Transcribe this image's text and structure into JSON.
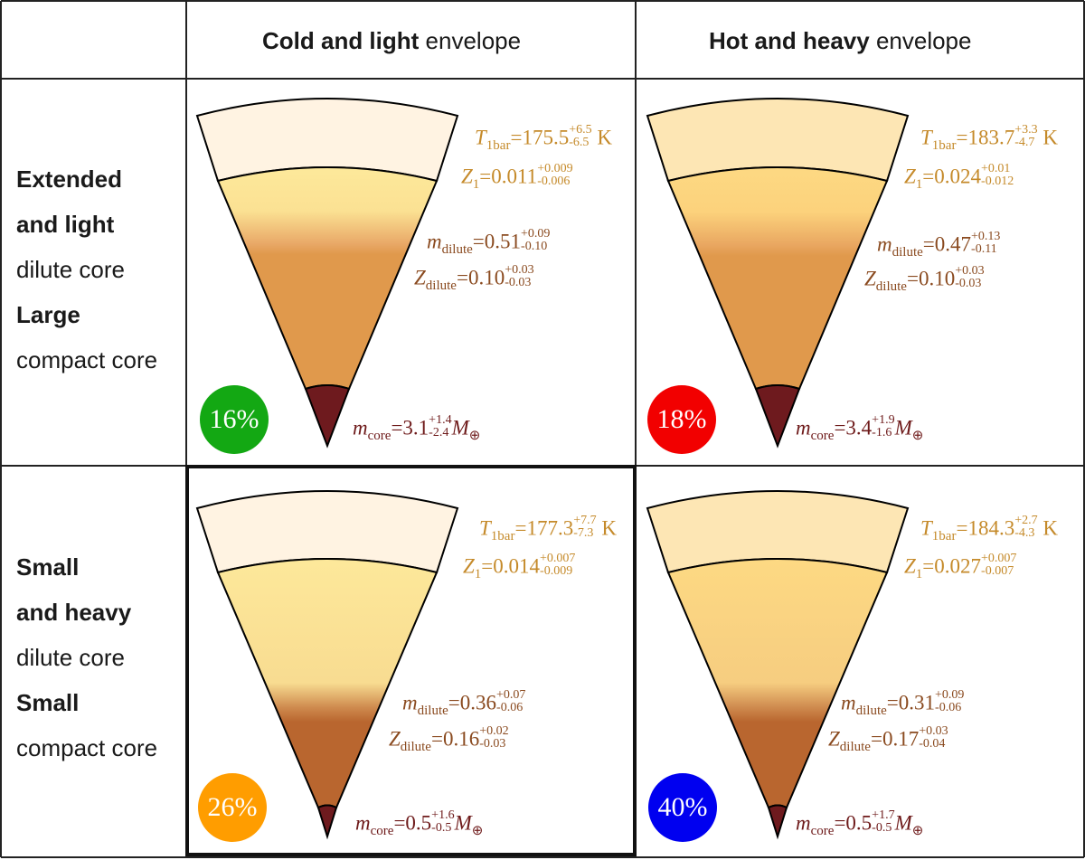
{
  "header": {
    "col1_bold": "Cold and light",
    "col1_rest": " envelope",
    "col2_bold": "Hot and heavy",
    "col2_rest": " envelope"
  },
  "rows": [
    {
      "line1": "Extended",
      "line2": "and light",
      "line3": "dilute core",
      "line4": "Large",
      "line5": "compact core"
    },
    {
      "line1": "Small",
      "line2": "and heavy",
      "line3": "dilute core",
      "line4": "Small",
      "line5": "compact core"
    }
  ],
  "colors": {
    "green": "#13a813",
    "red": "#f20000",
    "orange": "#ff9d00",
    "blue": "#0000f0",
    "envelope_text": "#c58a2a",
    "dilute_text": "#8a4a1f",
    "core_text": "#6e1a1a",
    "core_fill": "#6e1a1e"
  },
  "panels": [
    {
      "id": "cold-light-extended",
      "percent": "16%",
      "badge_color": "#13a813",
      "T_value": "175.5",
      "T_up": "+6.5",
      "T_dn": "-6.5",
      "Z1_value": "0.011",
      "Z1_up": "+0.009",
      "Z1_dn": "-0.006",
      "mdil_value": "0.51",
      "mdil_up": "+0.09",
      "mdil_dn": "-0.10",
      "Zdil_value": "0.10",
      "Zdil_up": "+0.03",
      "Zdil_dn": "-0.03",
      "mcore_value": "3.1",
      "mcore_up": "+1.4",
      "mcore_dn": "-2.4"
    },
    {
      "id": "hot-heavy-extended",
      "percent": "18%",
      "badge_color": "#f20000",
      "T_value": "183.7",
      "T_up": "+3.3",
      "T_dn": "-4.7",
      "Z1_value": "0.024",
      "Z1_up": "+0.01",
      "Z1_dn": "-0.012",
      "mdil_value": "0.47",
      "mdil_up": "+0.13",
      "mdil_dn": "-0.11",
      "Zdil_value": "0.10",
      "Zdil_up": "+0.03",
      "Zdil_dn": "-0.03",
      "mcore_value": "3.4",
      "mcore_up": "+1.9",
      "mcore_dn": "-1.6"
    },
    {
      "id": "cold-light-small",
      "percent": "26%",
      "badge_color": "#ff9d00",
      "T_value": "177.3",
      "T_up": "+7.7",
      "T_dn": "-7.3",
      "Z1_value": "0.014",
      "Z1_up": "+0.007",
      "Z1_dn": "-0.009",
      "mdil_value": "0.36",
      "mdil_up": "+0.07",
      "mdil_dn": "-0.06",
      "Zdil_value": "0.16",
      "Zdil_up": "+0.02",
      "Zdil_dn": "-0.03",
      "mcore_value": "0.5",
      "mcore_up": "+1.6",
      "mcore_dn": "-0.5"
    },
    {
      "id": "hot-heavy-small",
      "percent": "40%",
      "badge_color": "#0000f0",
      "T_value": "184.3",
      "T_up": "+2.7",
      "T_dn": "-4.3",
      "Z1_value": "0.027",
      "Z1_up": "+0.007",
      "Z1_dn": "-0.007",
      "mdil_value": "0.31",
      "mdil_up": "+0.09",
      "mdil_dn": "-0.06",
      "Zdil_value": "0.17",
      "Zdil_up": "+0.03",
      "Zdil_dn": "-0.04",
      "mcore_value": "0.5",
      "mcore_up": "+1.7",
      "mcore_dn": "-0.5"
    }
  ],
  "symbols": {
    "T": "T",
    "T_sub": "1bar",
    "T_unit": " K",
    "Z1": "Z",
    "Z1_sub": "1",
    "m": "m",
    "dilute_sub": "dilute",
    "Zd": "Z",
    "core_sub": "core",
    "earth_mass": "M",
    "earth_sub": "⊕",
    "eq": "="
  }
}
